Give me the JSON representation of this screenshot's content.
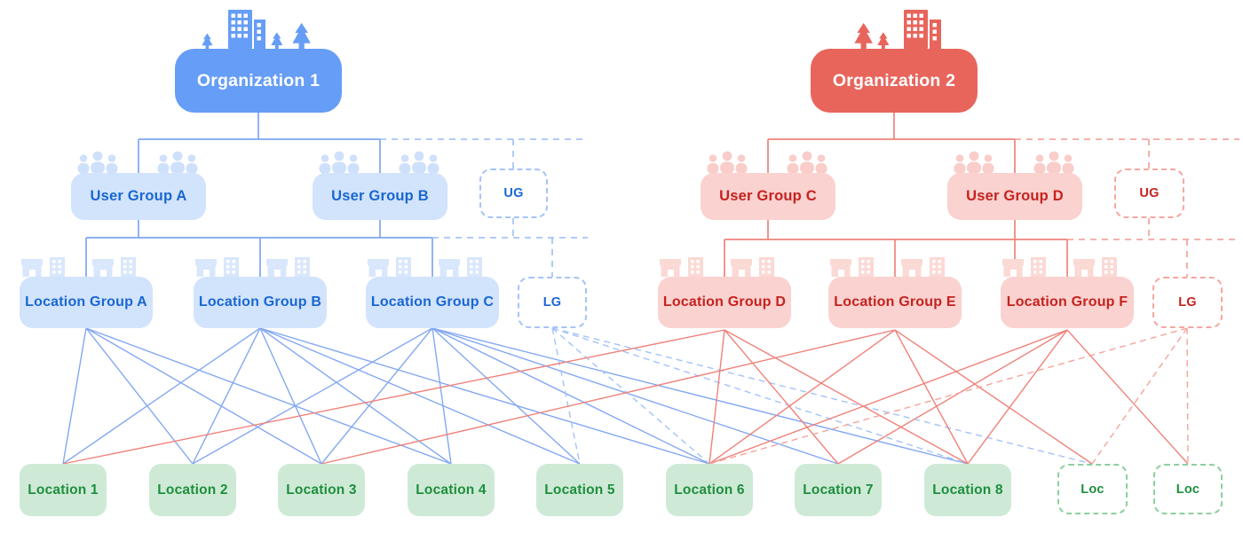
{
  "title": "Organization / user group / location group hierarchy diagram",
  "colors": {
    "org_blue": "#669df6",
    "org_red": "#e8655c",
    "light_blue": "#d2e3fc",
    "blue_text": "#1967d2",
    "light_red": "#fad2cf",
    "red_text": "#c5221f",
    "light_green": "#ceead6",
    "green_text": "#1e8e3e"
  },
  "nodes": {
    "org1": "Organization 1",
    "org2": "Organization 2",
    "ugA": "User Group A",
    "ugB": "User Group B",
    "ugBlueExtra": "UG",
    "ugC": "User Group C",
    "ugD": "User Group D",
    "ugRedExtra": "UG",
    "lgA": "Location Group A",
    "lgB": "Location Group B",
    "lgC": "Location Group C",
    "lgBlueExtra": "LG",
    "lgD": "Location Group D",
    "lgE": "Location Group E",
    "lgF": "Location Group F",
    "lgRedExtra": "LG",
    "loc1": "Location 1",
    "loc2": "Location 2",
    "loc3": "Location 3",
    "loc4": "Location 4",
    "loc5": "Location 5",
    "loc6": "Location 6",
    "loc7": "Location 7",
    "loc8": "Location 8",
    "locExtra1": "Loc",
    "locExtra2": "Loc"
  },
  "hierarchy": {
    "org1_user_groups": [
      "ugA",
      "ugB"
    ],
    "org2_user_groups": [
      "ugC",
      "ugD"
    ],
    "org1_location_groups": [
      "lgA",
      "lgB",
      "lgC"
    ],
    "org2_location_groups": [
      "lgD",
      "lgE",
      "lgF"
    ]
  },
  "edges": {
    "blue_solid": [
      [
        "lgA",
        "loc1"
      ],
      [
        "lgA",
        "loc2"
      ],
      [
        "lgA",
        "loc3"
      ],
      [
        "lgA",
        "loc4"
      ],
      [
        "lgB",
        "loc1"
      ],
      [
        "lgB",
        "loc2"
      ],
      [
        "lgB",
        "loc3"
      ],
      [
        "lgB",
        "loc4"
      ],
      [
        "lgB",
        "loc5"
      ],
      [
        "lgB",
        "loc6"
      ],
      [
        "lgC",
        "loc2"
      ],
      [
        "lgC",
        "loc3"
      ],
      [
        "lgC",
        "loc4"
      ],
      [
        "lgC",
        "loc5"
      ],
      [
        "lgC",
        "loc6"
      ],
      [
        "lgC",
        "loc7"
      ],
      [
        "lgC",
        "loc8"
      ]
    ],
    "blue_dashed": [
      [
        "lgBlueExtra",
        "loc5"
      ],
      [
        "lgBlueExtra",
        "loc6"
      ],
      [
        "lgBlueExtra",
        "loc8"
      ],
      [
        "lgBlueExtra",
        "locExtra1"
      ]
    ],
    "red_solid": [
      [
        "lgD",
        "loc1"
      ],
      [
        "lgD",
        "loc6"
      ],
      [
        "lgD",
        "loc7"
      ],
      [
        "lgD",
        "loc8"
      ],
      [
        "lgE",
        "loc3"
      ],
      [
        "lgE",
        "loc6"
      ],
      [
        "lgE",
        "loc8"
      ],
      [
        "lgE",
        "locExtra1"
      ],
      [
        "lgF",
        "loc6"
      ],
      [
        "lgF",
        "loc7"
      ],
      [
        "lgF",
        "loc8"
      ],
      [
        "lgF",
        "locExtra2"
      ]
    ],
    "red_dashed": [
      [
        "lgRedExtra",
        "loc6"
      ],
      [
        "lgRedExtra",
        "locExtra1"
      ],
      [
        "lgRedExtra",
        "locExtra2"
      ]
    ]
  }
}
